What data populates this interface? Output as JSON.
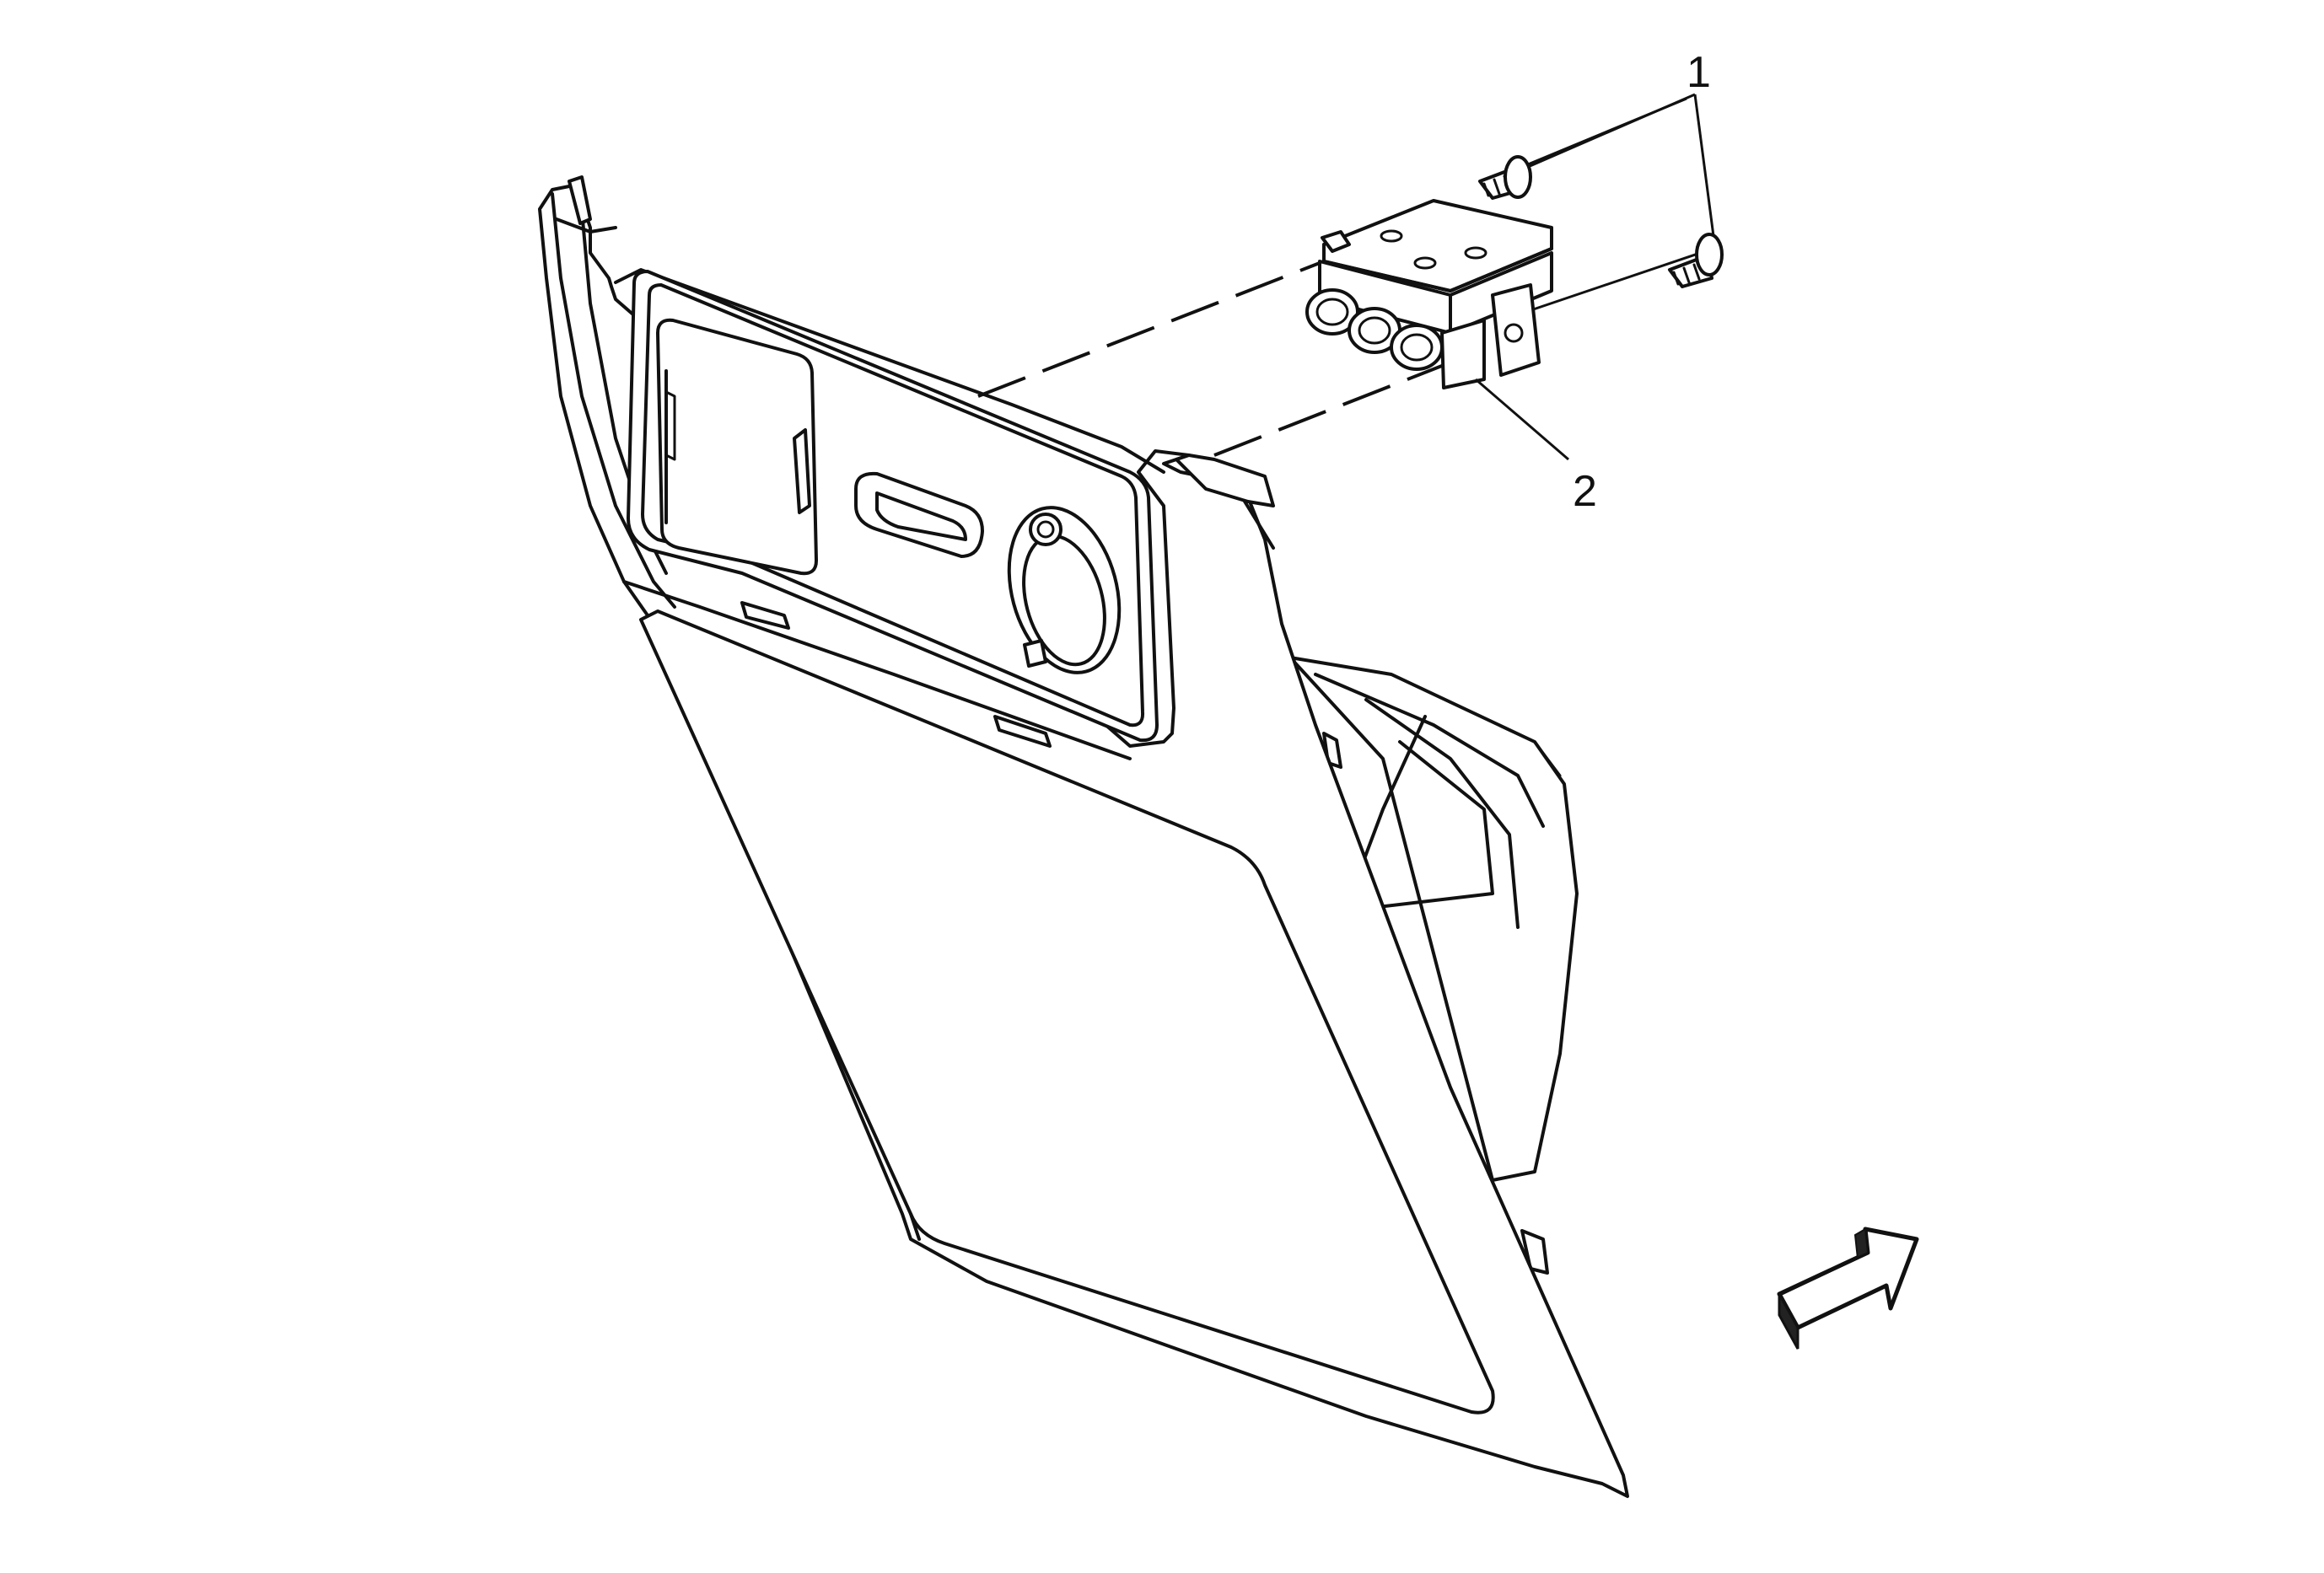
{
  "callouts": [
    {
      "id": "1",
      "label": "1"
    },
    {
      "id": "2",
      "label": "2"
    }
  ],
  "icons": {
    "direction_arrow": "forward-direction-arrow-icon"
  },
  "colors": {
    "line": "#111111",
    "background": "#ffffff",
    "arrow_shade": "#222222"
  }
}
